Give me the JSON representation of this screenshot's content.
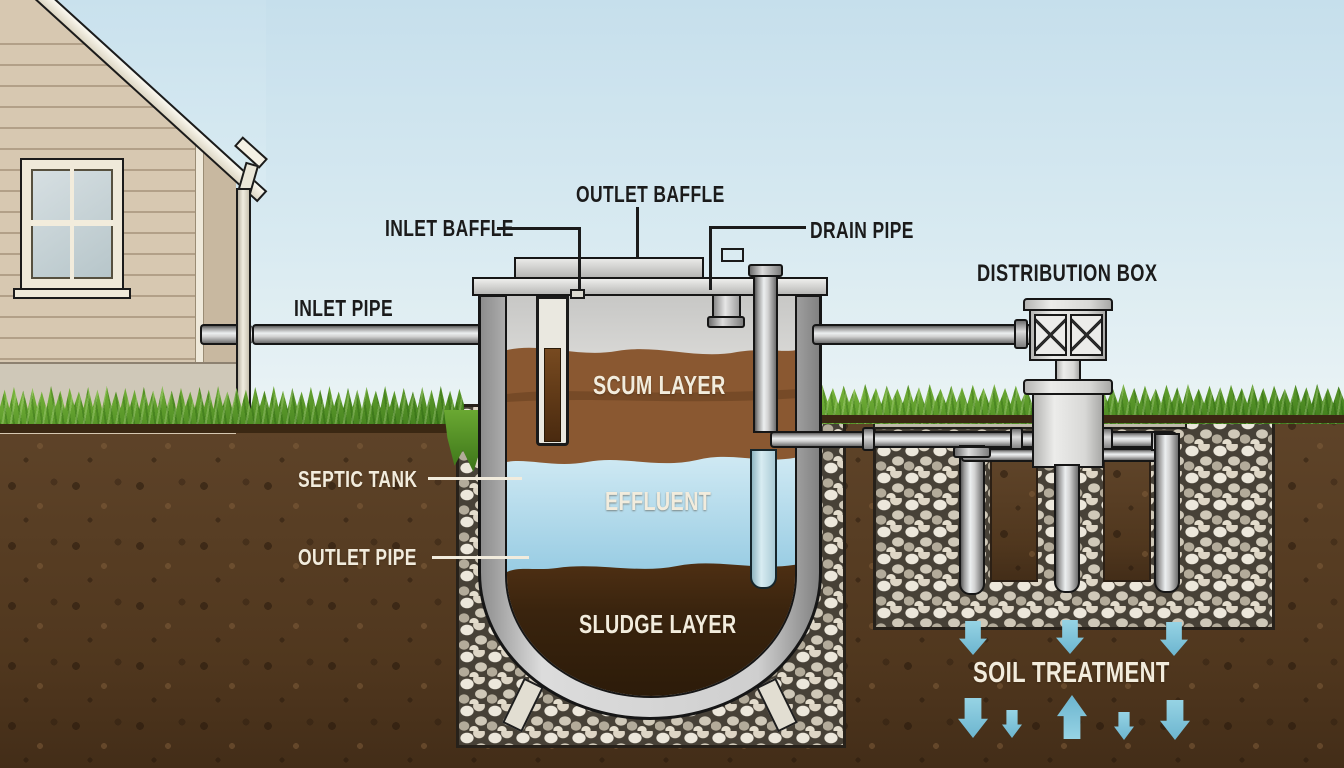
{
  "diagram": {
    "labels": {
      "inlet_pipe": "INLET PIPE",
      "inlet_baffle": "INLET BAFFLE",
      "outlet_baffle": "OUTLET BAFFLE",
      "drain_pipe": "DRAIN PIPE",
      "distribution_box": "DISTRIBUTION BOX",
      "septic_tank": "SEPTIC TANK",
      "outlet_pipe": "OUTLET PIPE",
      "scum_layer": "SCUM LAYER",
      "effluent": "EFFLUENT",
      "sludge_layer": "SLUDGE LAYER",
      "soil_treatment": "SOIL TREATMENT"
    },
    "colors": {
      "sky": "#c6dfec",
      "grass": "#5c9a2b",
      "soil": "#5f4429",
      "scum": "#8a5831",
      "effluent": "#a4d4e8",
      "sludge": "#3c250f",
      "pipe_gray": "#d2d2d2",
      "arrow_blue": "#7fc4da",
      "label_dark": "#1b1b1b",
      "label_light": "#f2ecdd",
      "house_wall": "#d7c8b1"
    }
  }
}
